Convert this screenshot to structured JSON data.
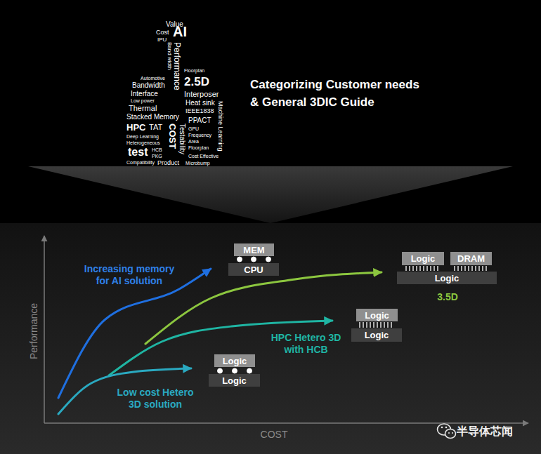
{
  "diagram": {
    "title": "Categorizing Customer needs & General 3DIC Guide",
    "nodes": [
      {
        "text": [
          "MEM"
        ]
      },
      {
        "text": [
          "CPU"
        ]
      },
      {
        "text": [
          "Logic"
        ]
      },
      {
        "text": [
          "DRAM"
        ]
      },
      {
        "text": [
          "Logic"
        ]
      },
      {
        "text": [
          "Logic"
        ]
      },
      {
        "text": [
          "Logic"
        ]
      },
      {
        "text": [
          "Logic"
        ]
      },
      {
        "text": [
          "Logic"
        ]
      }
    ],
    "labels": [
      "Value",
      "Cost",
      "AI",
      "IPU",
      "Band width",
      "Performance",
      "Floorplan",
      "Automotive",
      "2.5D",
      "Bandwidth",
      "Interposer",
      "Interface",
      "Heat sink",
      "Low power",
      "Thermal",
      "IEEE1838",
      "Stacked Memory",
      "Machine Learning",
      "HPC",
      "TAT",
      "COST",
      "Testability",
      "PPACT",
      "GPU",
      "Frequency",
      "Area",
      "Deep Learning",
      "Heterogeneous",
      "test",
      "HCB",
      "PKG",
      "Floorplan",
      "Cost Effective",
      "Compatibility",
      "Product",
      "Microbump",
      "Increasing memory for AI solution",
      "3.5D",
      "HPC Hetero 3D with HCB",
      "Low cost Hetero 3D solution",
      "Performance",
      "COST",
      "半导体芯闻"
    ]
  }
}
